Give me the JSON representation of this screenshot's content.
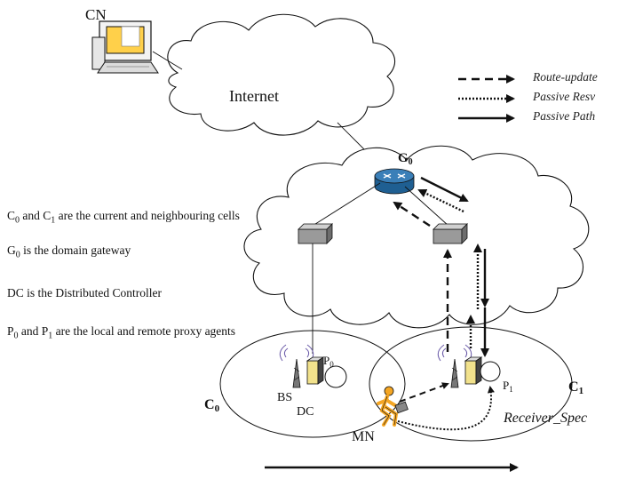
{
  "labels": {
    "cn": "CN",
    "internet": "Internet",
    "gateway": "G",
    "gateway_sub": "0",
    "cell0": "C",
    "cell0_sub": "0",
    "cell1": "C",
    "cell1_sub": "1",
    "bs": "BS",
    "dc": "DC",
    "p0": "P",
    "p0_sub": "0",
    "p1": "P",
    "p1_sub": "1",
    "mn": "MN",
    "receiver_spec": "Receiver_Spec"
  },
  "legend": [
    {
      "label": "Route-update",
      "style": "dashed"
    },
    {
      "label": "Passive Resv",
      "style": "dotted"
    },
    {
      "label": "Passive Path",
      "style": "solid"
    }
  ],
  "notes": [
    {
      "parts": [
        {
          "t": "C"
        },
        {
          "s": "0"
        },
        {
          "t": " and C"
        },
        {
          "s": "1"
        },
        {
          "t": " are the current and neighbouring cells"
        }
      ]
    },
    {
      "parts": [
        {
          "t": "G"
        },
        {
          "s": "0"
        },
        {
          "t": " is the domain gateway"
        }
      ]
    },
    {
      "parts": [
        {
          "t": "DC is the Distributed Controller"
        }
      ]
    },
    {
      "parts": [
        {
          "t": "P"
        },
        {
          "s": "0"
        },
        {
          "t": " and P"
        },
        {
          "s": "1"
        },
        {
          "t": " are the local and remote proxy agents"
        }
      ]
    }
  ],
  "colors": {
    "router": "#3a7fb8",
    "box": "#9a9a9a",
    "monitor_screen": "#ffd04a",
    "dc_unit": "#f2e28c",
    "mn_figure": "#f5a623"
  }
}
